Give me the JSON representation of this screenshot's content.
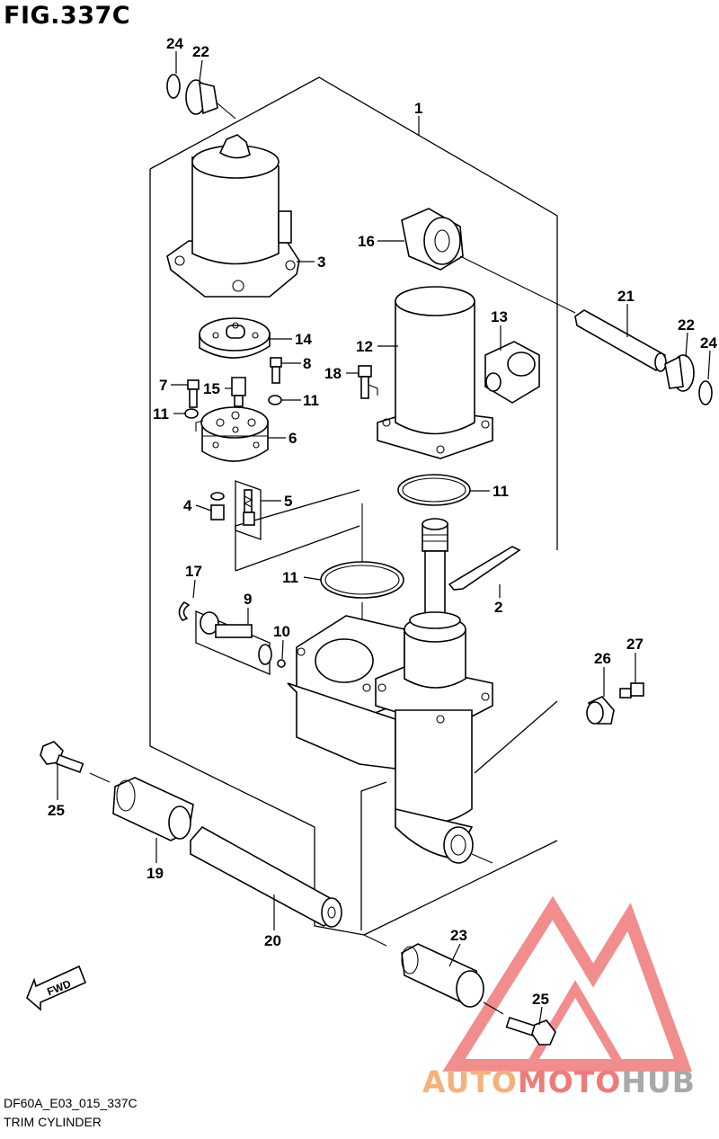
{
  "header": {
    "title": "FIG.337C"
  },
  "footer": {
    "code": "DF60A_E03_015_337C",
    "description": "TRIM CYLINDER"
  },
  "watermark": {
    "word1": "AUTO",
    "word2": "MOTO",
    "word3": "HUB"
  },
  "callouts": [
    {
      "label": "24"
    },
    {
      "label": "22"
    },
    {
      "label": "1"
    },
    {
      "label": "16"
    },
    {
      "label": "3"
    },
    {
      "label": "21"
    },
    {
      "label": "22"
    },
    {
      "label": "24"
    },
    {
      "label": "13"
    },
    {
      "label": "12"
    },
    {
      "label": "14"
    },
    {
      "label": "8"
    },
    {
      "label": "18"
    },
    {
      "label": "7"
    },
    {
      "label": "15"
    },
    {
      "label": "11"
    },
    {
      "label": "11"
    },
    {
      "label": "6"
    },
    {
      "label": "4"
    },
    {
      "label": "5"
    },
    {
      "label": "11"
    },
    {
      "label": "17"
    },
    {
      "label": "11"
    },
    {
      "label": "2"
    },
    {
      "label": "9"
    },
    {
      "label": "10"
    },
    {
      "label": "26"
    },
    {
      "label": "27"
    },
    {
      "label": "25"
    },
    {
      "label": "19"
    },
    {
      "label": "20"
    },
    {
      "label": "23"
    },
    {
      "label": "25"
    }
  ],
  "fwd_label": "FWD",
  "colors": {
    "ink": "#000000",
    "watermark_red": "#f07a7a",
    "watermark_orange": "#f5b17a",
    "watermark_grey": "#a9a9a9"
  }
}
